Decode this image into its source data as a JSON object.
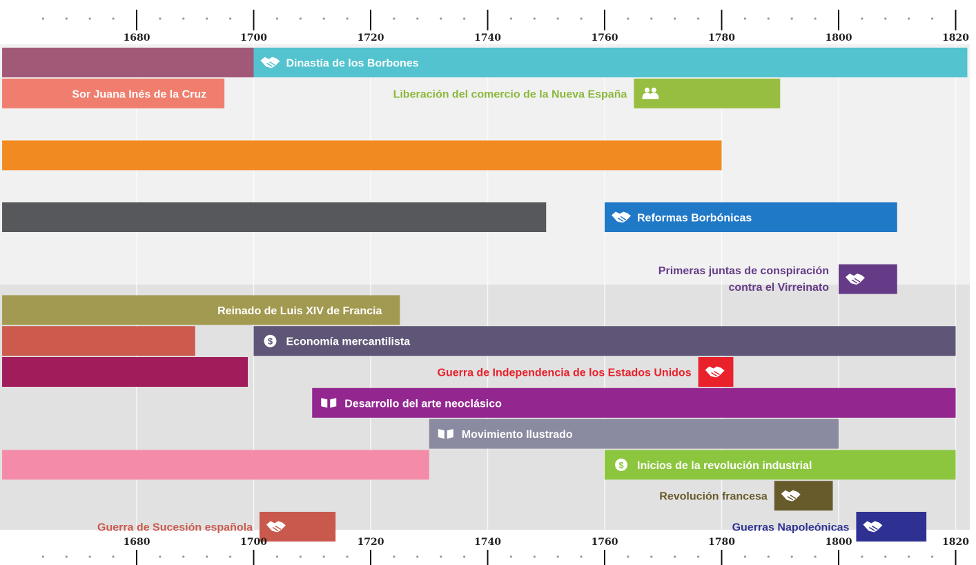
{
  "chart_data": {
    "type": "timeline",
    "xlim": [
      1657,
      1822
    ],
    "years": [
      1680,
      1700,
      1720,
      1740,
      1760,
      1780,
      1800,
      1820
    ],
    "ticks": {
      "top": [
        "1680",
        "1700",
        "1720",
        "1740",
        "1760",
        "1780",
        "1800",
        "1820"
      ],
      "bottom": [
        "1680",
        "1700",
        "1720",
        "1740",
        "1760",
        "1780",
        "1800",
        "1820"
      ]
    },
    "bands": [
      {
        "name": "upper",
        "color": "#f1f1f1"
      },
      {
        "name": "lower",
        "color": "#e1e1e1"
      }
    ],
    "bars": [
      {
        "row": 0,
        "start": 1657,
        "end": 1700,
        "color": "#a25877",
        "label": "",
        "icon": ""
      },
      {
        "row": 0,
        "start": 1700,
        "end": 1822,
        "color": "#52c3cf",
        "label": "Dinastía de los Borbones",
        "label_side": "inside",
        "label_color": "#ffffff",
        "icon": "handshake-icon"
      },
      {
        "row": 1,
        "start": 1657,
        "end": 1695,
        "color": "#f07e6e",
        "label": "Sor Juana Inés de la Cruz",
        "label_side": "inside-right",
        "label_color": "#ffffff",
        "icon": ""
      },
      {
        "row": 1,
        "start": 1765,
        "end": 1790,
        "color": "#97be40",
        "label": "Liberación del comercio de la Nueva España",
        "label_side": "left",
        "label_color": "#8ab83a",
        "icon": "people-icon"
      },
      {
        "row": 3,
        "start": 1657,
        "end": 1780,
        "color": "#f28a22",
        "label": "",
        "icon": ""
      },
      {
        "row": 5,
        "start": 1657,
        "end": 1750,
        "color": "#57585b",
        "label": "",
        "icon": ""
      },
      {
        "row": 5,
        "start": 1760,
        "end": 1810,
        "color": "#2079c7",
        "label": "Reformas Borbónicas",
        "label_side": "inside",
        "label_color": "#ffffff",
        "icon": "handshake-icon"
      },
      {
        "row": 7,
        "start": 1800,
        "end": 1810,
        "color": "#653b87",
        "label": "Primeras juntas de conspiración",
        "label2": "contra el Virreinato",
        "label_side": "left",
        "label_color": "#653b87",
        "icon": "handshake-icon"
      },
      {
        "row": 8,
        "start": 1657,
        "end": 1725,
        "color": "#a39a51",
        "label": "Reinado de Luis XIV de Francia",
        "label_side": "inside-right",
        "label_color": "#ffffff",
        "icon": ""
      },
      {
        "row": 9,
        "start": 1657,
        "end": 1690,
        "color": "#cc5b4e",
        "label": "",
        "icon": ""
      },
      {
        "row": 9,
        "start": 1700,
        "end": 1820,
        "color": "#5f5677",
        "label": "Economía mercantilista",
        "label_side": "inside",
        "label_color": "#ffffff",
        "icon": "dollar-icon"
      },
      {
        "row": 10,
        "start": 1657,
        "end": 1699,
        "color": "#a01c5b",
        "label": "",
        "icon": ""
      },
      {
        "row": 10,
        "start": 1776,
        "end": 1782,
        "color": "#e8212b",
        "label": "Guerra de Independencia de los Estados Unidos",
        "label_side": "left",
        "label_color": "#e8212b",
        "icon": "handshake-icon"
      },
      {
        "row": 11,
        "start": 1710,
        "end": 1820,
        "color": "#93268f",
        "label": "Desarrollo del arte neoclásico",
        "label_side": "inside",
        "label_color": "#ffffff",
        "icon": "book-icon"
      },
      {
        "row": 12,
        "start": 1730,
        "end": 1800,
        "color": "#8a8aa0",
        "label": "Movimiento Ilustrado",
        "label_side": "inside",
        "label_color": "#ffffff",
        "icon": "book-icon"
      },
      {
        "row": 13,
        "start": 1657,
        "end": 1730,
        "color": "#f48ca9",
        "label": "",
        "icon": ""
      },
      {
        "row": 13,
        "start": 1760,
        "end": 1820,
        "color": "#8cc63f",
        "label": "Inicios de la revolución industrial",
        "label_side": "inside",
        "label_color": "#ffffff",
        "icon": "dollar-icon"
      },
      {
        "row": 14,
        "start": 1789,
        "end": 1799,
        "color": "#675a2b",
        "label": "Revolución francesa",
        "label_side": "left",
        "label_color": "#675a2b",
        "icon": "handshake-icon"
      },
      {
        "row": 15,
        "start": 1701,
        "end": 1714,
        "color": "#c9594d",
        "label": "Guerra de Sucesión española",
        "label_side": "left",
        "label_color": "#c9594d",
        "icon": "handshake-icon"
      },
      {
        "row": 15,
        "start": 1803,
        "end": 1815,
        "color": "#2e3192",
        "label": "Guerras Napoleónicas",
        "label_side": "left",
        "label_color": "#2e3192",
        "icon": "handshake-icon"
      }
    ]
  }
}
